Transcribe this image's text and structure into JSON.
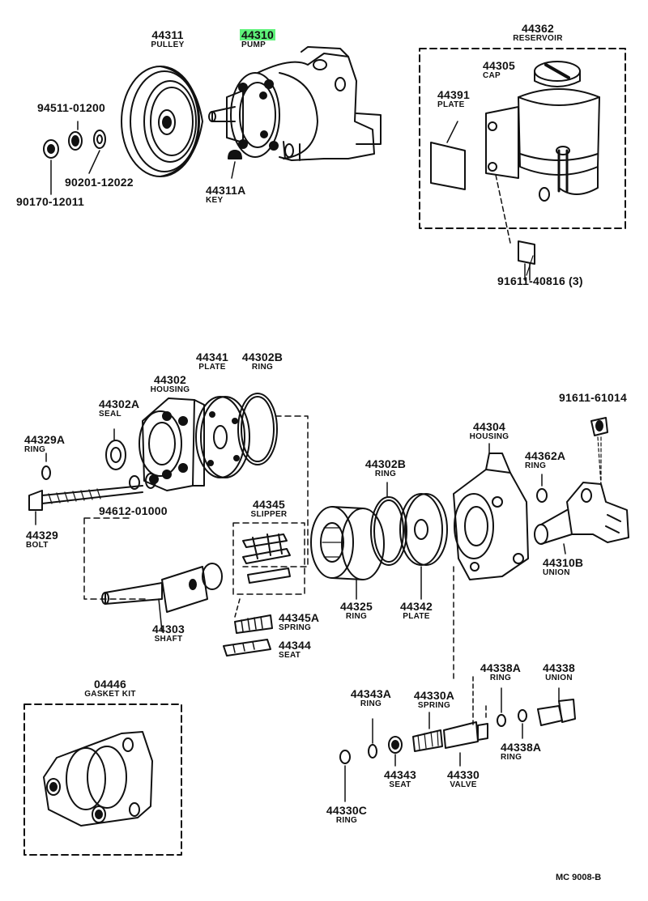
{
  "diagram": {
    "parts": [
      {
        "id": "p44311",
        "number": "44311",
        "name": "PULLEY"
      },
      {
        "id": "p44310",
        "number": "44310",
        "name": "PUMP",
        "highlight": true,
        "highlight_color": "#5ef27a"
      },
      {
        "id": "p94511",
        "number": "94511-01200",
        "name": ""
      },
      {
        "id": "p90201",
        "number": "90201-12022",
        "name": ""
      },
      {
        "id": "p90170",
        "number": "90170-12011",
        "name": ""
      },
      {
        "id": "p44311a",
        "number": "44311A",
        "name": "KEY"
      },
      {
        "id": "p44362",
        "number": "44362",
        "name": "RESERVOIR"
      },
      {
        "id": "p44305",
        "number": "44305",
        "name": "CAP"
      },
      {
        "id": "p44391",
        "number": "44391",
        "name": "PLATE"
      },
      {
        "id": "p91611a",
        "number": "91611-40816 (3)",
        "name": ""
      },
      {
        "id": "p44341",
        "number": "44341",
        "name": "PLATE"
      },
      {
        "id": "p44302b1",
        "number": "44302B",
        "name": "RING"
      },
      {
        "id": "p44302",
        "number": "44302",
        "name": "HOUSING"
      },
      {
        "id": "p44302a",
        "number": "44302A",
        "name": "SEAL"
      },
      {
        "id": "p91611b",
        "number": "91611-61014",
        "name": ""
      },
      {
        "id": "p44329a",
        "number": "44329A",
        "name": "RING"
      },
      {
        "id": "p44304",
        "number": "44304",
        "name": "HOUSING"
      },
      {
        "id": "p44302b2",
        "number": "44302B",
        "name": "RING"
      },
      {
        "id": "p44362a",
        "number": "44362A",
        "name": "RING"
      },
      {
        "id": "p94612",
        "number": "94612-01000",
        "name": ""
      },
      {
        "id": "p44345",
        "number": "44345",
        "name": "SLIPPER"
      },
      {
        "id": "p44329",
        "number": "44329",
        "name": "BOLT"
      },
      {
        "id": "p44310b",
        "number": "44310B",
        "name": "UNION"
      },
      {
        "id": "p44325",
        "number": "44325",
        "name": "RING"
      },
      {
        "id": "p44342",
        "number": "44342",
        "name": "PLATE"
      },
      {
        "id": "p44345a",
        "number": "44345A",
        "name": "SPRING"
      },
      {
        "id": "p44303",
        "number": "44303",
        "name": "SHAFT"
      },
      {
        "id": "p44344",
        "number": "44344",
        "name": "SEAT"
      },
      {
        "id": "p04446",
        "number": "04446",
        "name": "GASKET KIT"
      },
      {
        "id": "p44338a1",
        "number": "44338A",
        "name": "RING"
      },
      {
        "id": "p44338",
        "number": "44338",
        "name": "UNION"
      },
      {
        "id": "p44343a",
        "number": "44343A",
        "name": "RING"
      },
      {
        "id": "p44330a",
        "number": "44330A",
        "name": "SPRING"
      },
      {
        "id": "p44338a2",
        "number": "44338A",
        "name": "RING"
      },
      {
        "id": "p44343",
        "number": "44343",
        "name": "SEAT"
      },
      {
        "id": "p44330",
        "number": "44330",
        "name": "VALVE"
      },
      {
        "id": "p44330c",
        "number": "44330C",
        "name": "RING"
      }
    ],
    "code": "MC  9008-B"
  }
}
